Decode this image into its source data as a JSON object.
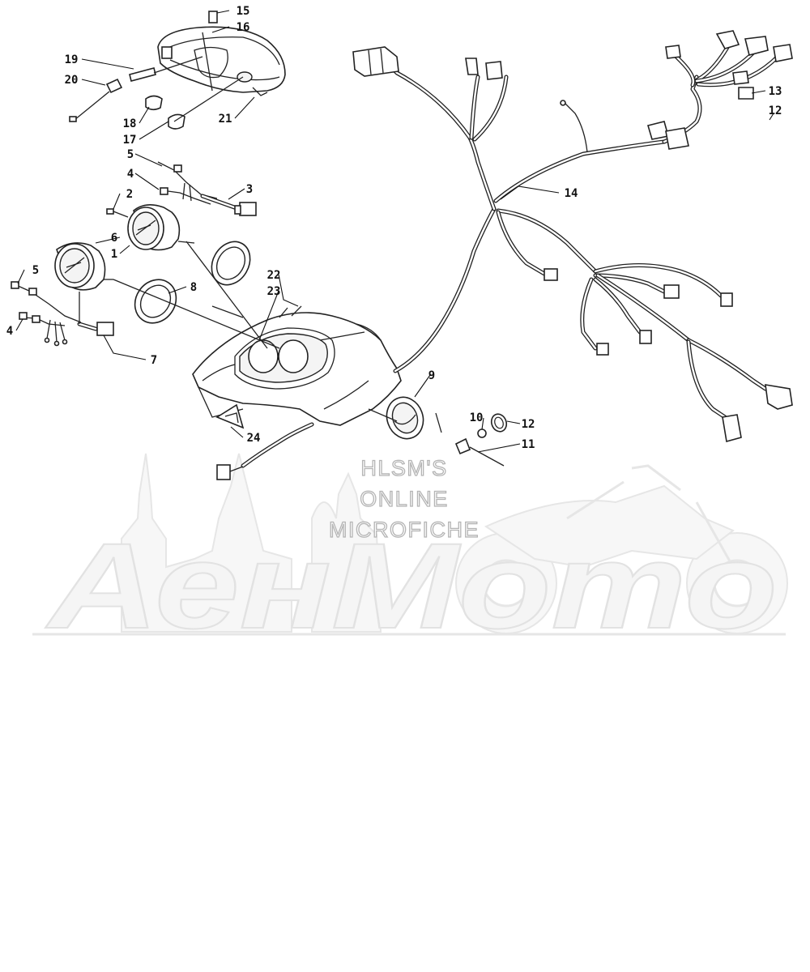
{
  "watermark": {
    "lines": [
      "HLSM'S",
      "ONLINE",
      "MICROFICHE"
    ],
    "brand": "АенМото"
  },
  "callouts": [
    {
      "id": "15",
      "label": "15"
    },
    {
      "id": "16",
      "label": "16"
    },
    {
      "id": "19",
      "label": "19"
    },
    {
      "id": "20",
      "label": "20"
    },
    {
      "id": "18",
      "label": "18"
    },
    {
      "id": "17",
      "label": "17"
    },
    {
      "id": "21",
      "label": "21"
    },
    {
      "id": "5a",
      "label": "5"
    },
    {
      "id": "4a",
      "label": "4"
    },
    {
      "id": "3",
      "label": "3"
    },
    {
      "id": "2",
      "label": "2"
    },
    {
      "id": "6",
      "label": "6"
    },
    {
      "id": "1",
      "label": "1"
    },
    {
      "id": "5b",
      "label": "5"
    },
    {
      "id": "4b",
      "label": "4"
    },
    {
      "id": "7",
      "label": "7"
    },
    {
      "id": "8",
      "label": "8"
    },
    {
      "id": "22",
      "label": "22"
    },
    {
      "id": "23",
      "label": "23"
    },
    {
      "id": "24",
      "label": "24"
    },
    {
      "id": "9",
      "label": "9"
    },
    {
      "id": "10",
      "label": "10"
    },
    {
      "id": "12a",
      "label": "12"
    },
    {
      "id": "11",
      "label": "11"
    },
    {
      "id": "14",
      "label": "14"
    },
    {
      "id": "13",
      "label": "13"
    },
    {
      "id": "12b",
      "label": "12"
    }
  ]
}
